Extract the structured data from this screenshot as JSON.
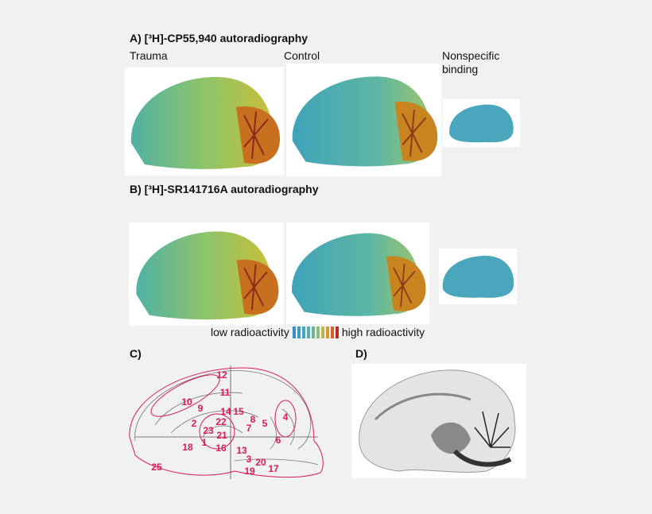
{
  "panelA": {
    "title": "A) [³H]-CP55,940 autoradiography",
    "columns": [
      "Trauma",
      "Control",
      "Nonspecific",
      "binding"
    ]
  },
  "panelB": {
    "title": "B) [³H]-SR141716A autoradiography"
  },
  "legend": {
    "low": "low radioactivity",
    "high": "high radioactivity",
    "colors": [
      "#3a8fc0",
      "#3d9bbf",
      "#45a6bb",
      "#55adb0",
      "#6db39a",
      "#8fbb78",
      "#b6b84e",
      "#d69a2d",
      "#d4622a",
      "#b82a2a"
    ]
  },
  "panelC": {
    "title": "C)",
    "regions": [
      "12",
      "11",
      "10",
      "9",
      "14",
      "15",
      "2",
      "22",
      "8",
      "5",
      "4",
      "7",
      "23",
      "21",
      "6",
      "1",
      "18",
      "16",
      "13",
      "3",
      "20",
      "17",
      "19",
      "25"
    ],
    "outline_color": "#d81b55"
  },
  "panelD": {
    "title": "D)"
  }
}
